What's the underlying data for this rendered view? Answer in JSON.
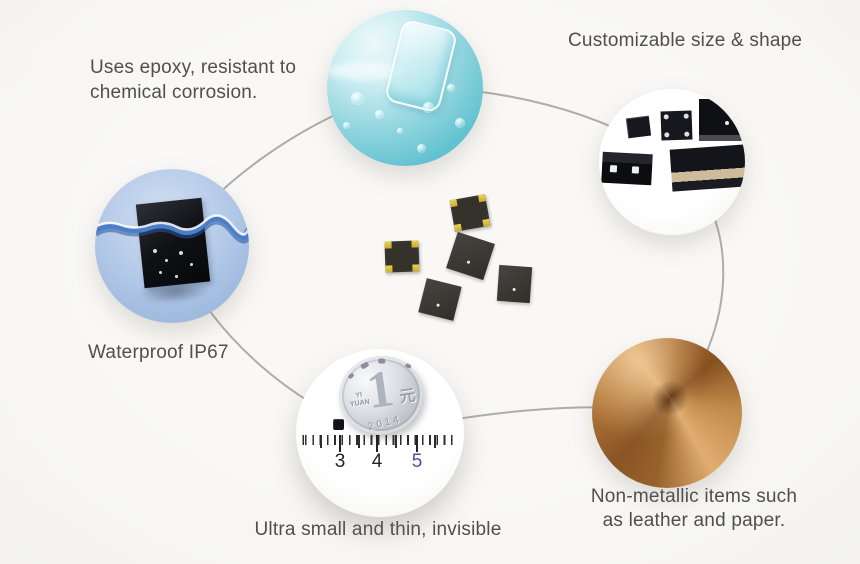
{
  "labels": {
    "epoxy_line1": "Uses epoxy, resistant to",
    "epoxy_line2": "chemical corrosion.",
    "customizable": "Customizable size & shape",
    "waterproof": "Waterproof IP67",
    "ultra_small": "Ultra small and thin, invisible",
    "non_metallic_line1": "Non-metallic items such",
    "non_metallic_line2": "as leather and paper."
  },
  "coin": {
    "denomination": "1",
    "currency_cn": "元",
    "currency_en_line1": "YI",
    "currency_en_line2": "YUAN",
    "year": "2014"
  },
  "ruler": {
    "numbers": [
      "3",
      "4",
      "5"
    ]
  },
  "colors": {
    "background": "#f7f6f4",
    "text": "#4f4f4f",
    "connector_line": "#a4a4a4",
    "ruler_number_accent": "#47549a",
    "gold_pad": "#e0c844"
  }
}
